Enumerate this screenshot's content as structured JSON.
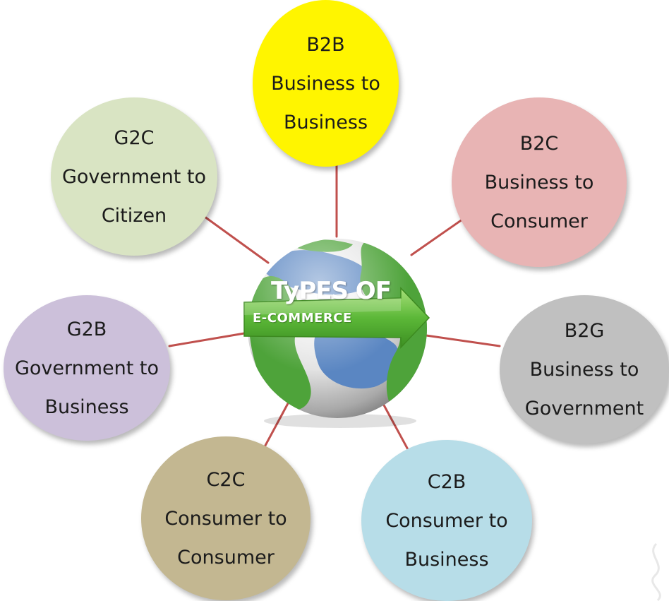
{
  "center": {
    "title": "TyPES OF",
    "subtitle": "E-COMMERCE"
  },
  "nodes": [
    {
      "code": "B2B",
      "line1": "Business to",
      "line2": "Business",
      "color": "#FFF500"
    },
    {
      "code": "G2C",
      "line1": "Government to",
      "line2": "Citizen",
      "color": "#D9E4C3"
    },
    {
      "code": "B2C",
      "line1": "Business to",
      "line2": "Consumer",
      "color": "#E8B4B4"
    },
    {
      "code": "G2B",
      "line1": "Government to",
      "line2": "Business",
      "color": "#CCC0DA"
    },
    {
      "code": "B2G",
      "line1": "Business to",
      "line2": "Government",
      "color": "#C0C0C0"
    },
    {
      "code": "C2C",
      "line1": "Consumer to",
      "line2": "Consumer",
      "color": "#C3B791"
    },
    {
      "code": "C2B",
      "line1": "Consumer to",
      "line2": "Business",
      "color": "#B7DDE8"
    }
  ],
  "colors": {
    "connector": "#C0504D",
    "ocean": "#5A86C2",
    "land": "#4EA33A",
    "arrow": "#56B233"
  }
}
